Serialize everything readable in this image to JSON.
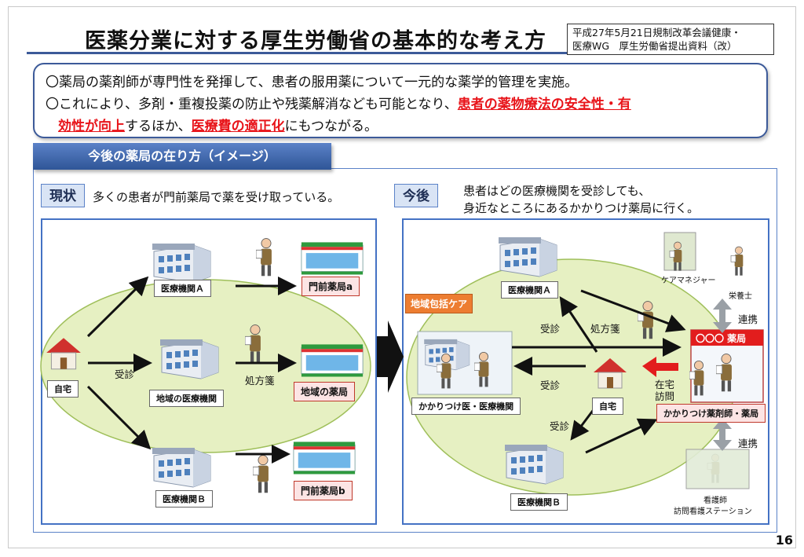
{
  "title": "医薬分業に対する厚生労働省の基本的な考え方",
  "source": {
    "line1": "平成27年5月21日規制改革会議健康・",
    "line2": "医療WG　厚生労働省提出資料（改）"
  },
  "summary": {
    "line1": "〇薬局の薬剤師が専門性を発揮して、患者の服用薬について一元的な薬学的管理を実施。",
    "line2_prefix": "〇これにより、多剤・重複投薬の防止や残薬解消なども可能となり、",
    "line2_red": "患者の薬物療法の安全性・有",
    "line3_red1": "効性が向上",
    "line3_mid": "するほか、",
    "line3_red2": "医療費の適正化",
    "line3_suffix": "にもつながる。"
  },
  "section": {
    "header": "今後の薬局の在り方（イメージ）",
    "left": {
      "tag": "現状",
      "desc": "多くの患者が門前薬局で薬を受け取っている。",
      "home": "自宅",
      "consult": "受診",
      "prescription": "処方箋",
      "clinic_a": "医療機関Ａ",
      "clinic_local": "地域の医療機関",
      "clinic_b": "医療機関Ｂ",
      "pharmacy_a": "門前薬局a",
      "pharmacy_local": "地域の薬局",
      "pharmacy_b": "門前薬局b"
    },
    "right": {
      "tag": "今後",
      "desc_line1": "患者はどの医療機関を受診しても、",
      "desc_line2": "身近なところにあるかかりつけ薬局に行く。",
      "community_care": "地域包括ケア",
      "clinic_a": "医療機関Ａ",
      "clinic_b": "医療機関Ｂ",
      "family_doctor": "かかりつけ医・医療機関",
      "home": "自宅",
      "consult_1": "受診",
      "consult_2": "受診",
      "consult_3": "受診",
      "prescription": "処方箋",
      "home_visit": "在宅\n訪問",
      "pharmacy_sign": "〇〇〇 薬局",
      "pharmacist": "かかりつけ薬剤師・薬局",
      "care_manager": "ケアマネジャー",
      "dietitian": "栄養士",
      "coordination_1": "連携",
      "coordination_2": "連携",
      "nurse": "看護師",
      "nursing_station": "訪問看護ステーション"
    }
  },
  "page_number": "16",
  "colors": {
    "accent": "#3c5a99",
    "red": "#e8141a",
    "ellipse": "#e6f0c2",
    "pharmacy_label_border": "#c0392b",
    "community_care_bg": "#ed7d31"
  }
}
